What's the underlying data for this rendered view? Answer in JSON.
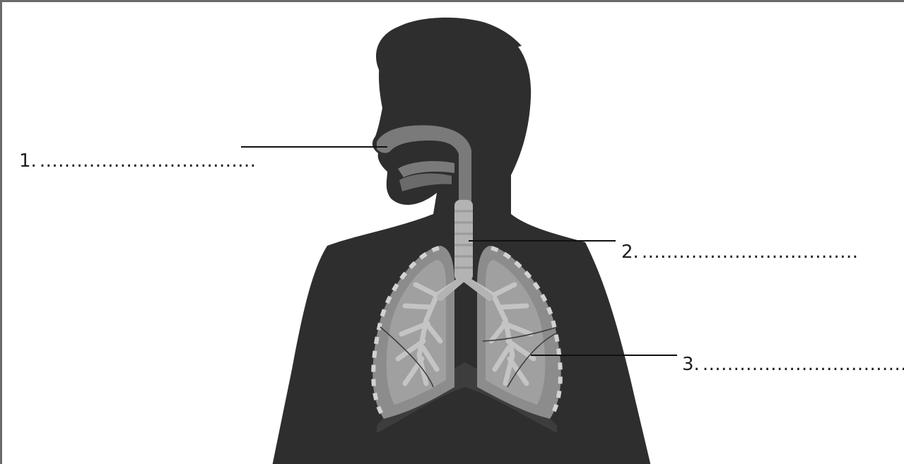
{
  "labels": [
    {
      "number": "1.",
      "blank": "..................................."
    },
    {
      "number": "2.",
      "blank": "..................................."
    },
    {
      "number": "3.",
      "blank": "..................................."
    }
  ],
  "colors": {
    "silhouette": "#2e2e2e",
    "airway": "#7a7a7a",
    "lung": "#8c8c8c",
    "lung_inner": "#a0a0a0",
    "bronchi": "#c4c4c4",
    "trachea": "#b3b3b3",
    "leader_line": "#111111",
    "frame": "#6b6b6b"
  }
}
